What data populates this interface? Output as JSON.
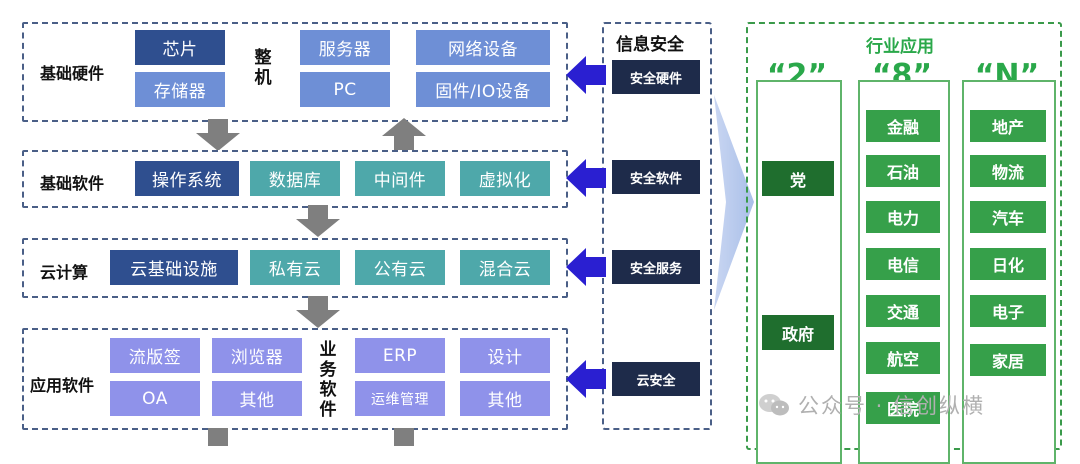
{
  "rows": {
    "hardware": {
      "title": "基础硬件",
      "chips": "芯片",
      "storage": "存储器",
      "whole_machine": "整机",
      "server": "服务器",
      "pc": "PC",
      "network": "网络设备",
      "firmware": "固件/IO设备"
    },
    "software": {
      "title": "基础软件",
      "os": "操作系统",
      "db": "数据库",
      "middleware": "中间件",
      "virtualization": "虚拟化"
    },
    "cloud": {
      "title": "云计算",
      "infra": "云基础设施",
      "private": "私有云",
      "public": "公有云",
      "hybrid": "混合云"
    },
    "apps": {
      "title": "应用软件",
      "workflow": "流版签",
      "browser": "浏览器",
      "business_sw": "业务软件",
      "erp": "ERP",
      "design": "设计",
      "oa": "OA",
      "other1": "其他",
      "ops": "运维管理",
      "other2": "其他"
    }
  },
  "security": {
    "title": "信息安全",
    "items": [
      "安全硬件",
      "安全软件",
      "安全服务",
      "云安全"
    ]
  },
  "industry": {
    "title": "行业应用",
    "col2": {
      "head": "“2”",
      "items": [
        "党",
        "政府"
      ]
    },
    "col8": {
      "head": "“8”",
      "items": [
        "金融",
        "石油",
        "电力",
        "电信",
        "交通",
        "航空",
        "医院"
      ]
    },
    "colN": {
      "head": "“N”",
      "items": [
        "地产",
        "物流",
        "汽车",
        "日化",
        "电子",
        "家居"
      ]
    }
  },
  "watermark": "公众号 · 信创纵横",
  "colors": {
    "navy": "#2f4f8f",
    "blue": "#6e8fd6",
    "teal": "#4ea8aa",
    "purple": "#8f92ea",
    "dark_navy": "#1e2b4a",
    "green": "#36a04a",
    "dark_green": "#1f6e2e"
  }
}
